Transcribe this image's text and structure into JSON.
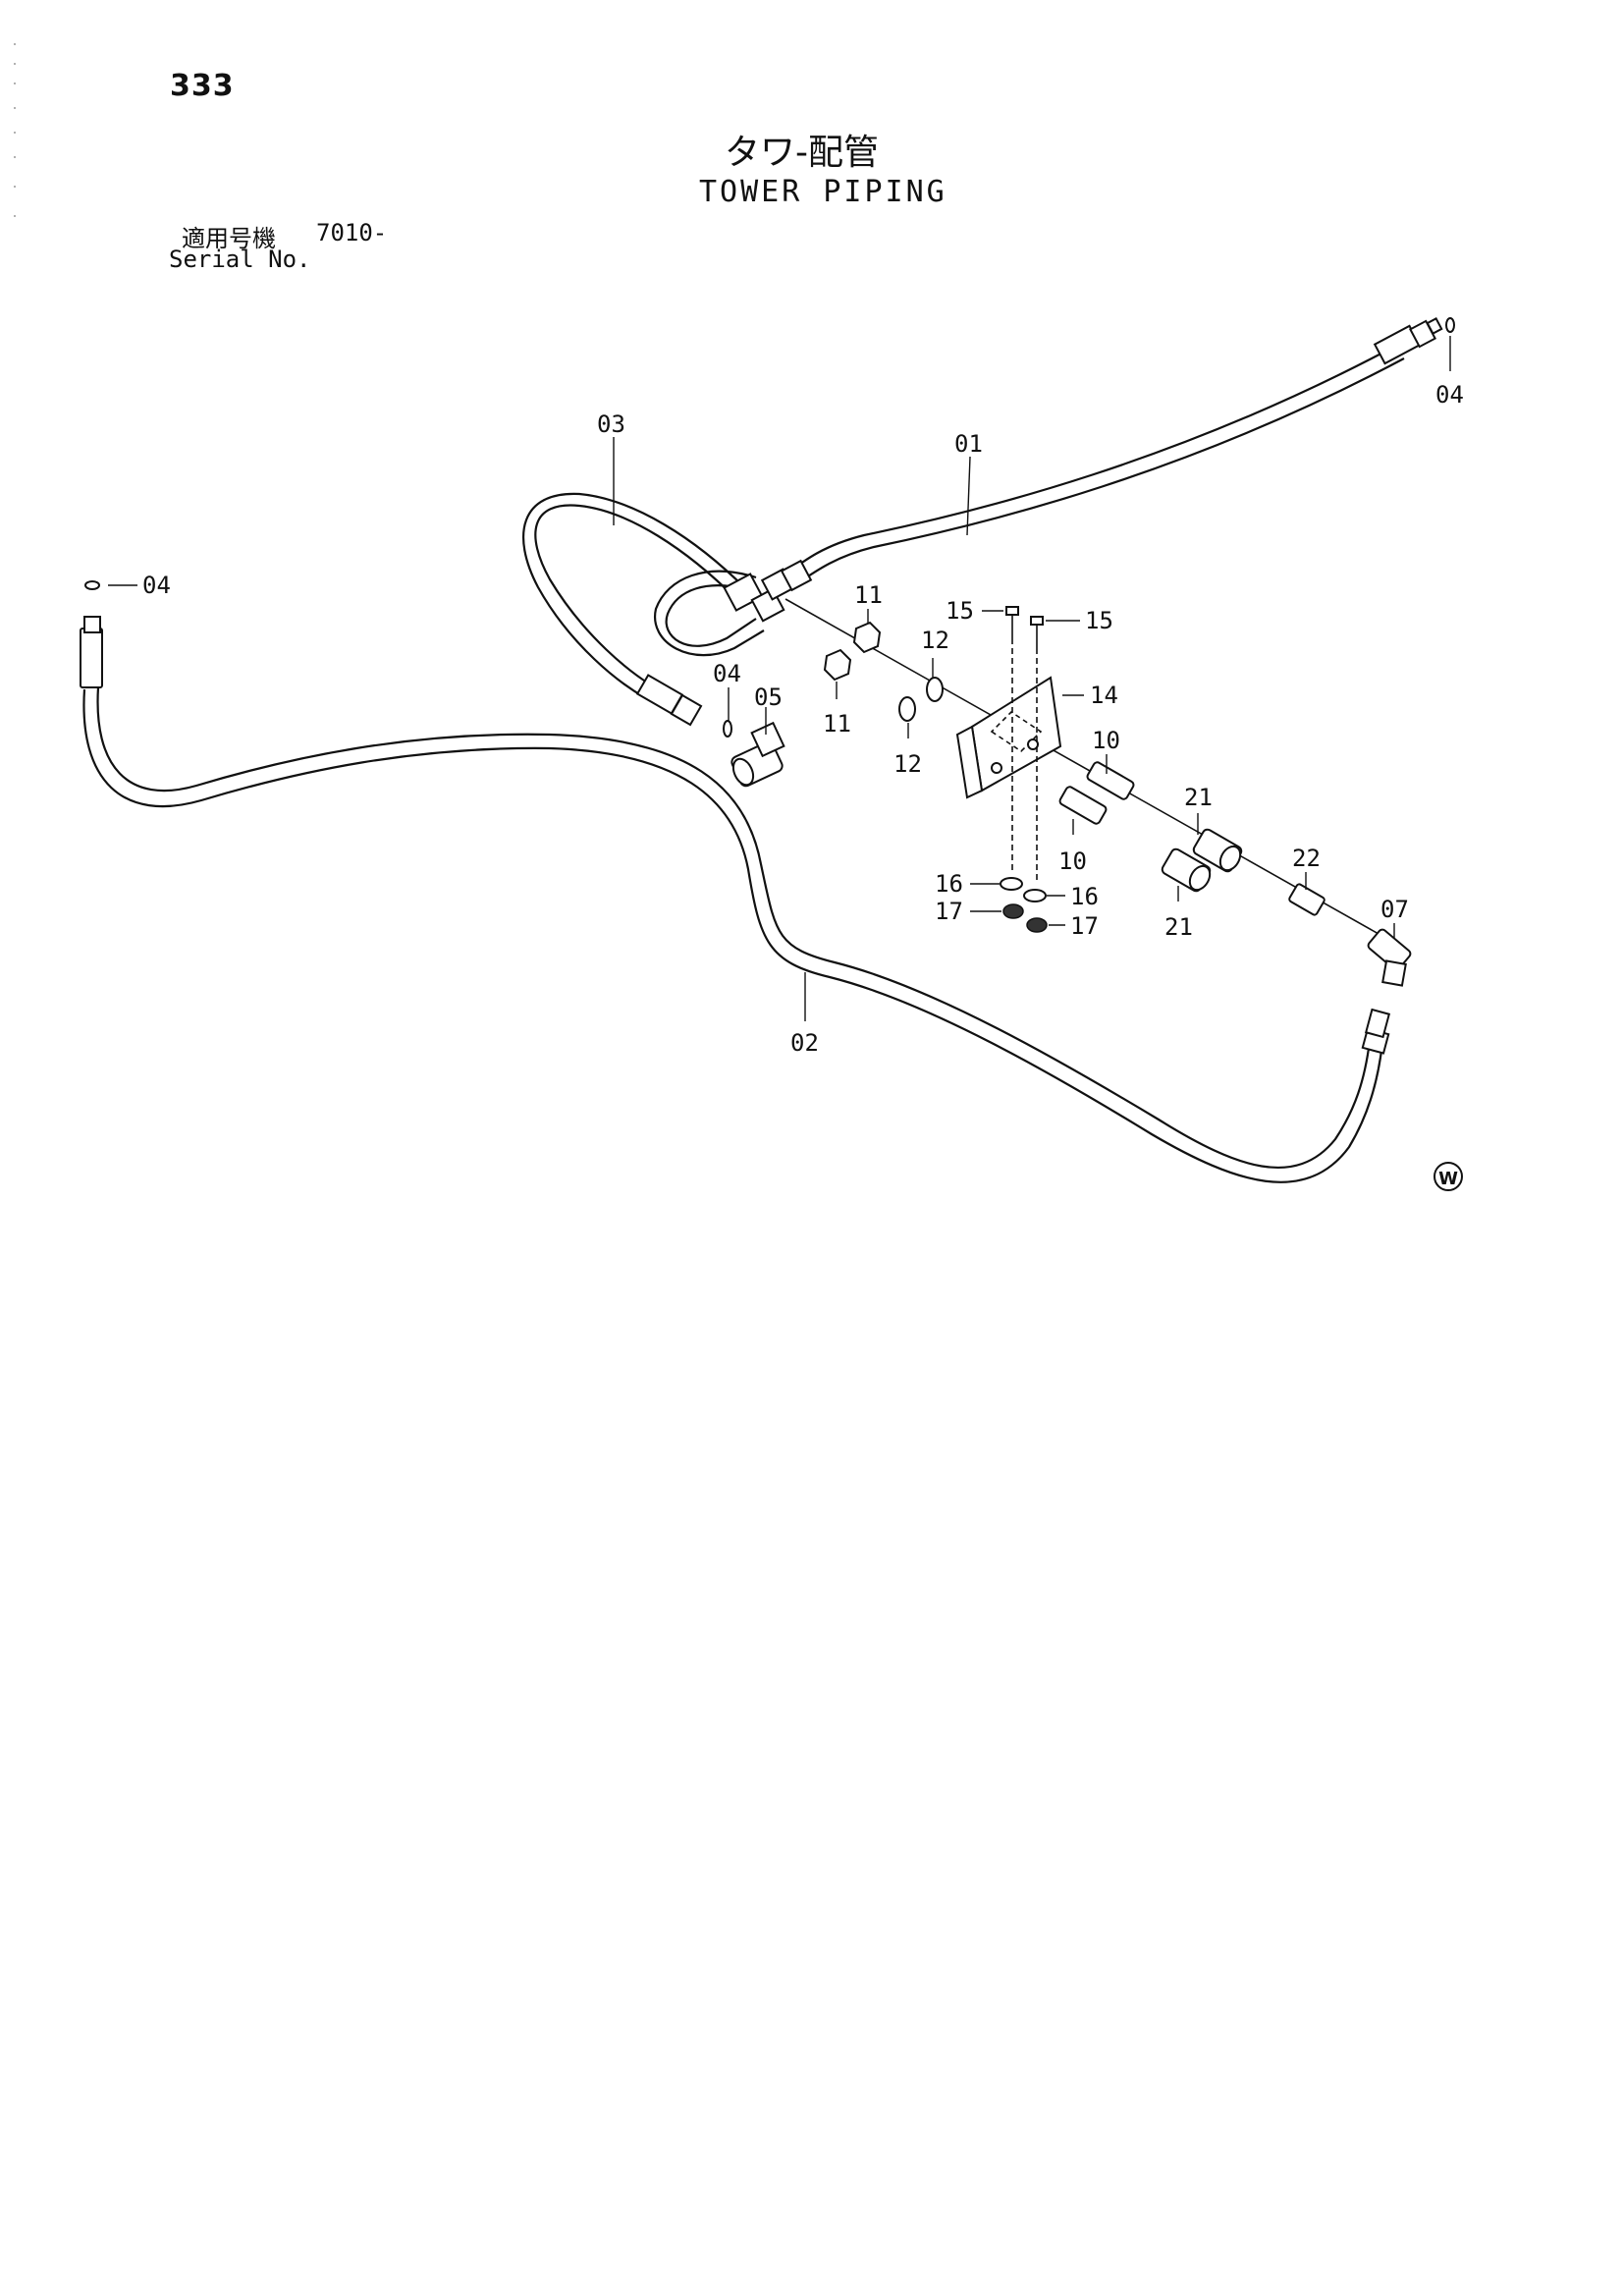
{
  "page_number": "333",
  "title_ja": "タワ-配管",
  "title_en": "TOWER PIPING",
  "serial": {
    "label_ja": "適用号機",
    "value": "7010-",
    "label_en": "Serial No."
  },
  "parts": {
    "p01": "01",
    "p02": "02",
    "p03": "03",
    "p04a": "04",
    "p04b": "04",
    "p04c": "04",
    "p05": "05",
    "p07": "07",
    "p10a": "10",
    "p10b": "10",
    "p11a": "11",
    "p11b": "11",
    "p12a": "12",
    "p12b": "12",
    "p14": "14",
    "p15a": "15",
    "p15b": "15",
    "p16a": "16",
    "p16b": "16",
    "p17a": "17",
    "p17b": "17",
    "p21a": "21",
    "p21b": "21",
    "p22": "22"
  },
  "icons": {
    "watermark": "W",
    "watermark_name": "circled-w-icon"
  }
}
